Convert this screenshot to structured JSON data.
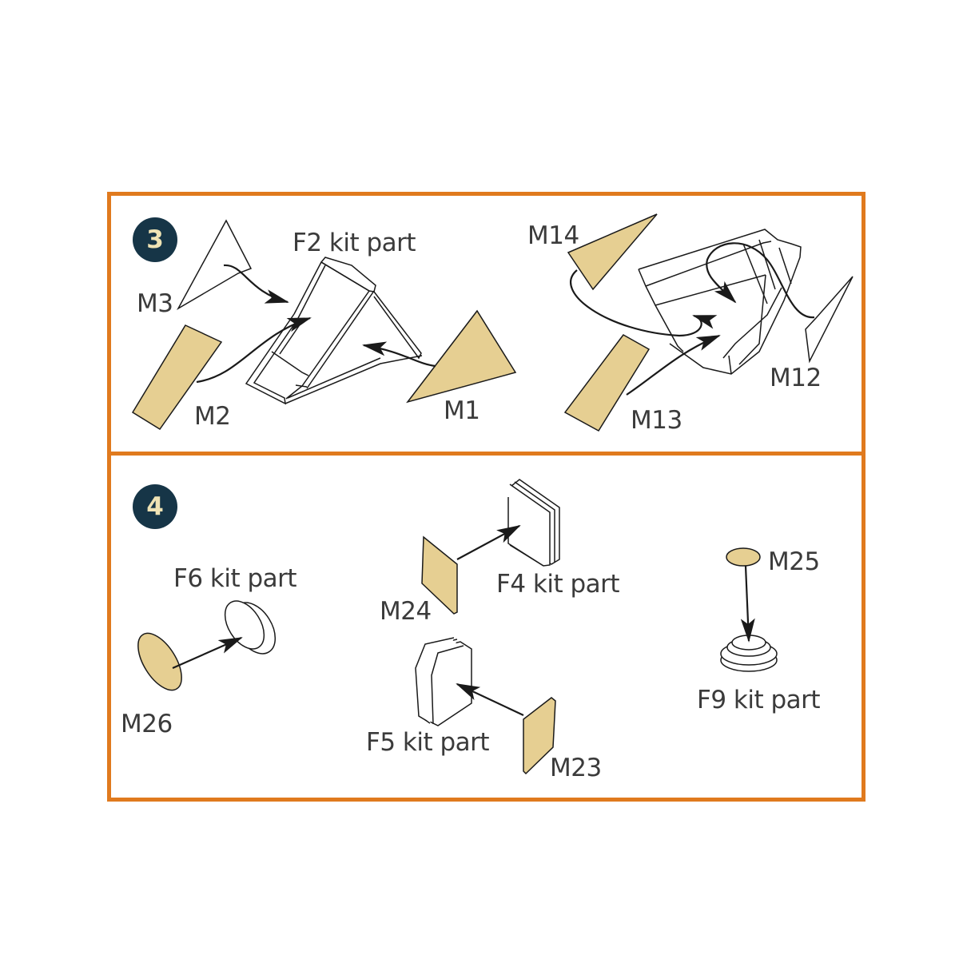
{
  "colors": {
    "frame_border": "#e07a1e",
    "badge_bg": "#163547",
    "badge_text": "#efe3b4",
    "mask_fill": "#e6cf92",
    "line": "#1a1a1a",
    "label_text": "#3b3b3b"
  },
  "steps": [
    {
      "number": "3",
      "labels": {
        "f2": "F2 kit part",
        "m3": "M3",
        "m2": "M2",
        "m1": "M1",
        "m14": "M14",
        "m13": "M13",
        "m12": "M12"
      }
    },
    {
      "number": "4",
      "labels": {
        "f6": "F6 kit part",
        "m26": "M26",
        "m24": "M24",
        "f4": "F4 kit part",
        "f5": "F5 kit part",
        "m23": "M23",
        "m25": "M25",
        "f9": "F9 kit part"
      }
    }
  ]
}
